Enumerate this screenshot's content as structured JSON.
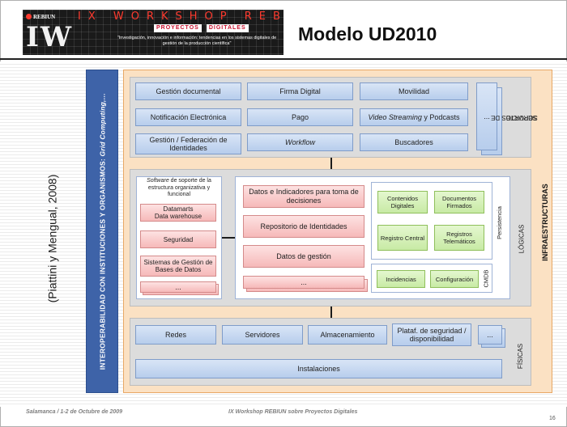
{
  "header": {
    "logo_text": "REBIUN",
    "wordmark": "IX WORKSHOP REBIUN",
    "pill_1": "PROYECTOS",
    "pill_2": "DIGITALES",
    "big_letters": "IW",
    "tagline": "\"Investigación, innovación e información: tendencias en los sistemas digitales de gestión de la producción científica\"",
    "title": "Modelo UD2010"
  },
  "side_citation": "(Piattini y Mengual, 2008)",
  "interop_label_main": "INTEROPERABILIDAD CON INSTITUCIONES Y ORGANISMOS: ",
  "interop_label_italic": "Grid Computing,…",
  "infra_label": "INFRAESTRUCTURAS",
  "servicios": {
    "side_label_1": "SERVICIOS DE",
    "side_label_2": "SOPORTE",
    "gestion_documental": "Gestión documental",
    "firma_digital": "Firma Digital",
    "movilidad": "Movilidad",
    "notificacion": "Notificación Electrónica",
    "pago": "Pago",
    "video_italic": "Video Streaming",
    "video_rest": " y Podcasts",
    "federacion": "Gestión / Federación de Identidades",
    "workflow": "Workflow",
    "buscadores": "Buscadores",
    "more": "..."
  },
  "logicas": {
    "side_label": "LÓGICAS",
    "persistencia": "Persistencia",
    "cmdb": "CMDB",
    "software_italic": "Software",
    "software_rest": " de soporte de la estructura organizativa y funcional",
    "datamarts": "Datamarts",
    "data_warehouse": "Data warehouse",
    "seguridad": "Seguridad",
    "sgbd": "Sistemas de Gestión de Bases de Datos",
    "left_more": "...",
    "datos_indicadores": "Datos e Indicadores para toma de decisiones",
    "repositorio": "Repositorio de Identidades",
    "datos_gestion": "Datos de gestión",
    "center_more": "...",
    "contenidos": "Contenidos Digitales",
    "documentos": "Documentos Firmados",
    "registro_central": "Registro Central",
    "registros_telematicos": "Registros Telemáticos",
    "incidencias": "Incidencias",
    "configuracion": "Configuración"
  },
  "fisicas": {
    "side_label": "FÍSICAS",
    "redes": "Redes",
    "servidores": "Servidores",
    "almacenamiento": "Almacenamiento",
    "plataf": "Plataf. de seguridad / disponibilidad",
    "more": "...",
    "instalaciones": "Instalaciones"
  },
  "footer": {
    "left": "Salamanca / 1-2 de Octubre de 2009",
    "center": "IX Workshop REBIUN sobre Proyectos Digitales",
    "page": "16"
  },
  "colors": {
    "banner_red": "#ff3b2f",
    "interop_blue": "#3e63a8",
    "infra_orange": "#fbe1c3",
    "box_blue": "#b7cdec",
    "box_red": "#f6b9b9",
    "box_green": "#c8eaa5"
  }
}
